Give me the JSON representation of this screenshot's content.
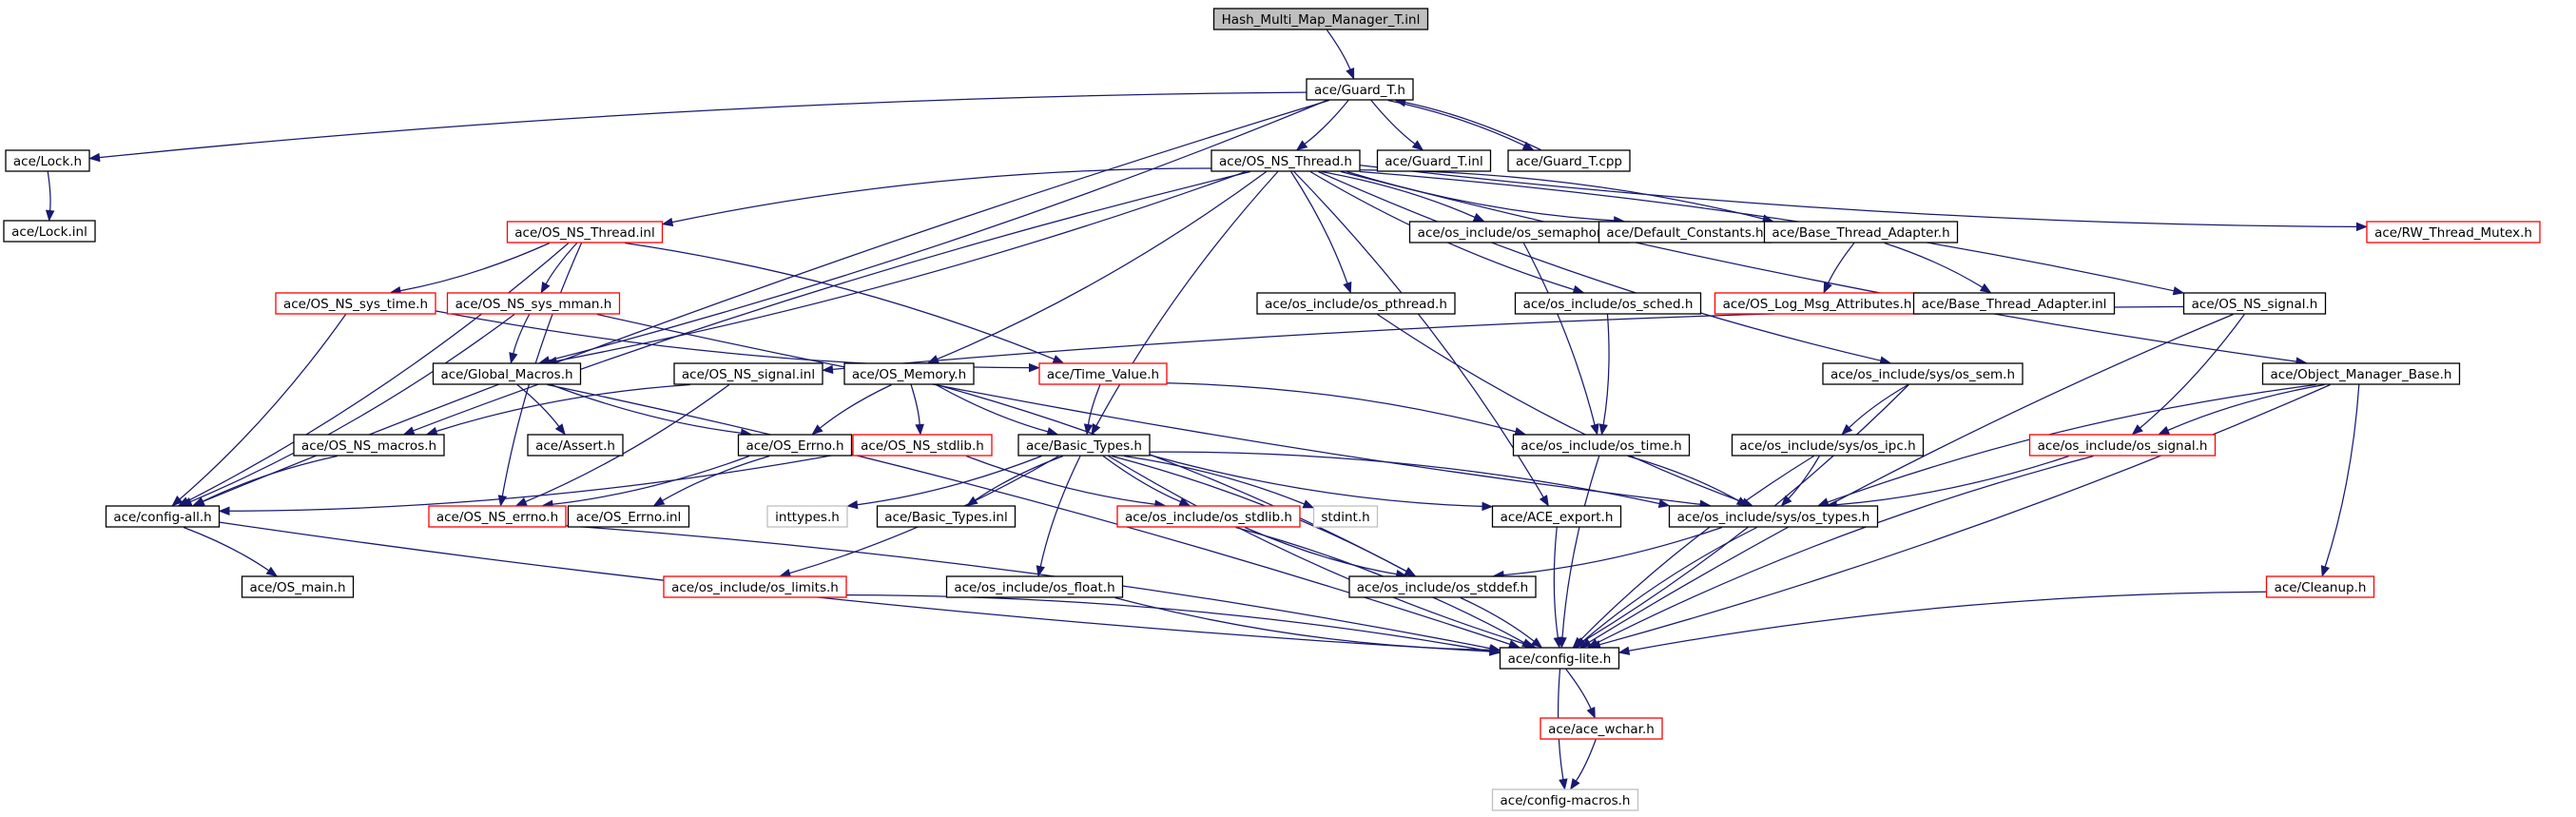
{
  "colors": {
    "edge": "#191970",
    "black": "#000000",
    "red": "#ff0000",
    "gray": "#bfbfbf",
    "root_fill": "#bfbfbf"
  },
  "nodes": [
    {
      "id": "root",
      "label": "Hash_Multi_Map_Manager_T.inl",
      "style": "root"
    },
    {
      "id": "guard_t_h",
      "label": "ace/Guard_T.h",
      "style": "black"
    },
    {
      "id": "lock_h",
      "label": "ace/Lock.h",
      "style": "black"
    },
    {
      "id": "lock_inl",
      "label": "ace/Lock.inl",
      "style": "black"
    },
    {
      "id": "os_ns_thread_h",
      "label": "ace/OS_NS_Thread.h",
      "style": "black"
    },
    {
      "id": "guard_t_inl",
      "label": "ace/Guard_T.inl",
      "style": "black"
    },
    {
      "id": "guard_t_cpp",
      "label": "ace/Guard_T.cpp",
      "style": "black"
    },
    {
      "id": "os_ns_thread_inl",
      "label": "ace/OS_NS_Thread.inl",
      "style": "red"
    },
    {
      "id": "os_semaphore_h",
      "label": "ace/os_include/os_semaphore.h",
      "style": "black"
    },
    {
      "id": "default_constants_h",
      "label": "ace/Default_Constants.h",
      "style": "black"
    },
    {
      "id": "base_thread_adapter_h",
      "label": "ace/Base_Thread_Adapter.h",
      "style": "black"
    },
    {
      "id": "rw_thread_mutex_h",
      "label": "ace/RW_Thread_Mutex.h",
      "style": "red"
    },
    {
      "id": "os_ns_sys_time_h",
      "label": "ace/OS_NS_sys_time.h",
      "style": "red"
    },
    {
      "id": "os_ns_sys_mman_h",
      "label": "ace/OS_NS_sys_mman.h",
      "style": "red"
    },
    {
      "id": "os_pthread_h",
      "label": "ace/os_include/os_pthread.h",
      "style": "black"
    },
    {
      "id": "os_sched_h",
      "label": "ace/os_include/os_sched.h",
      "style": "black"
    },
    {
      "id": "os_log_msg_attributes_h",
      "label": "ace/OS_Log_Msg_Attributes.h",
      "style": "red"
    },
    {
      "id": "base_thread_adapter_inl",
      "label": "ace/Base_Thread_Adapter.inl",
      "style": "black"
    },
    {
      "id": "os_ns_signal_h",
      "label": "ace/OS_NS_signal.h",
      "style": "black"
    },
    {
      "id": "global_macros_h",
      "label": "ace/Global_Macros.h",
      "style": "black"
    },
    {
      "id": "os_ns_signal_inl",
      "label": "ace/OS_NS_signal.inl",
      "style": "black"
    },
    {
      "id": "os_memory_h",
      "label": "ace/OS_Memory.h",
      "style": "black"
    },
    {
      "id": "time_value_h",
      "label": "ace/Time_Value.h",
      "style": "red"
    },
    {
      "id": "os_sem_h",
      "label": "ace/os_include/sys/os_sem.h",
      "style": "black"
    },
    {
      "id": "object_manager_base_h",
      "label": "ace/Object_Manager_Base.h",
      "style": "black"
    },
    {
      "id": "os_ns_macros_h",
      "label": "ace/OS_NS_macros.h",
      "style": "black"
    },
    {
      "id": "assert_h",
      "label": "ace/Assert.h",
      "style": "black"
    },
    {
      "id": "os_errno_h",
      "label": "ace/OS_Errno.h",
      "style": "black"
    },
    {
      "id": "os_ns_stdlib_h",
      "label": "ace/OS_NS_stdlib.h",
      "style": "red"
    },
    {
      "id": "basic_types_h",
      "label": "ace/Basic_Types.h",
      "style": "black"
    },
    {
      "id": "os_time_h",
      "label": "ace/os_include/os_time.h",
      "style": "black"
    },
    {
      "id": "os_ipc_h",
      "label": "ace/os_include/sys/os_ipc.h",
      "style": "black"
    },
    {
      "id": "os_signal_h",
      "label": "ace/os_include/os_signal.h",
      "style": "red"
    },
    {
      "id": "config_all_h",
      "label": "ace/config-all.h",
      "style": "black"
    },
    {
      "id": "os_ns_errno_h",
      "label": "ace/OS_NS_errno.h",
      "style": "red"
    },
    {
      "id": "os_errno_inl",
      "label": "ace/OS_Errno.inl",
      "style": "black"
    },
    {
      "id": "inttypes_h",
      "label": "inttypes.h",
      "style": "gray"
    },
    {
      "id": "basic_types_inl",
      "label": "ace/Basic_Types.inl",
      "style": "black"
    },
    {
      "id": "os_stdlib_h",
      "label": "ace/os_include/os_stdlib.h",
      "style": "red"
    },
    {
      "id": "stdint_h",
      "label": "stdint.h",
      "style": "gray"
    },
    {
      "id": "ace_export_h",
      "label": "ace/ACE_export.h",
      "style": "black"
    },
    {
      "id": "os_types_h",
      "label": "ace/os_include/sys/os_types.h",
      "style": "black"
    },
    {
      "id": "os_main_h",
      "label": "ace/OS_main.h",
      "style": "black"
    },
    {
      "id": "os_limits_h",
      "label": "ace/os_include/os_limits.h",
      "style": "red"
    },
    {
      "id": "os_float_h",
      "label": "ace/os_include/os_float.h",
      "style": "black"
    },
    {
      "id": "os_stddef_h",
      "label": "ace/os_include/os_stddef.h",
      "style": "black"
    },
    {
      "id": "cleanup_h",
      "label": "ace/Cleanup.h",
      "style": "red"
    },
    {
      "id": "config_lite_h",
      "label": "ace/config-lite.h",
      "style": "black"
    },
    {
      "id": "ace_wchar_h",
      "label": "ace/ace_wchar.h",
      "style": "red"
    },
    {
      "id": "config_macros_h",
      "label": "ace/config-macros.h",
      "style": "gray"
    }
  ],
  "edges": [
    [
      "root",
      "guard_t_h"
    ],
    [
      "guard_t_h",
      "lock_h"
    ],
    [
      "guard_t_h",
      "os_ns_thread_h"
    ],
    [
      "guard_t_h",
      "guard_t_inl"
    ],
    [
      "guard_t_h",
      "guard_t_cpp"
    ],
    [
      "guard_t_cpp",
      "guard_t_h"
    ],
    [
      "guard_t_h",
      "global_macros_h"
    ],
    [
      "guard_t_h",
      "config_all_h"
    ],
    [
      "lock_h",
      "lock_inl"
    ],
    [
      "os_ns_thread_h",
      "os_ns_thread_inl"
    ],
    [
      "os_ns_thread_h",
      "os_semaphore_h"
    ],
    [
      "os_ns_thread_h",
      "default_constants_h"
    ],
    [
      "os_ns_thread_h",
      "base_thread_adapter_h"
    ],
    [
      "os_ns_thread_h",
      "rw_thread_mutex_h"
    ],
    [
      "os_ns_thread_h",
      "os_pthread_h"
    ],
    [
      "os_ns_thread_h",
      "os_sched_h"
    ],
    [
      "os_ns_thread_h",
      "os_ns_signal_h"
    ],
    [
      "os_ns_thread_h",
      "object_manager_base_h"
    ],
    [
      "os_ns_thread_h",
      "os_memory_h"
    ],
    [
      "os_ns_thread_h",
      "basic_types_h"
    ],
    [
      "os_ns_thread_h",
      "ace_export_h"
    ],
    [
      "os_ns_thread_h",
      "os_sem_h"
    ],
    [
      "os_ns_thread_h",
      "global_macros_h"
    ],
    [
      "os_ns_thread_h",
      "os_ns_macros_h"
    ],
    [
      "os_ns_thread_inl",
      "os_ns_sys_time_h"
    ],
    [
      "os_ns_thread_inl",
      "os_ns_sys_mman_h"
    ],
    [
      "os_ns_thread_inl",
      "time_value_h"
    ],
    [
      "os_ns_thread_inl",
      "os_ns_errno_h"
    ],
    [
      "os_ns_thread_inl",
      "config_all_h"
    ],
    [
      "os_ns_sys_time_h",
      "time_value_h"
    ],
    [
      "os_ns_sys_time_h",
      "config_all_h"
    ],
    [
      "os_ns_sys_mman_h",
      "global_macros_h"
    ],
    [
      "os_ns_sys_mman_h",
      "config_all_h"
    ],
    [
      "os_ns_sys_mman_h",
      "os_types_h"
    ],
    [
      "os_semaphore_h",
      "os_time_h"
    ],
    [
      "os_pthread_h",
      "os_types_h"
    ],
    [
      "os_sched_h",
      "os_time_h"
    ],
    [
      "base_thread_adapter_h",
      "os_log_msg_attributes_h"
    ],
    [
      "base_thread_adapter_h",
      "base_thread_adapter_inl"
    ],
    [
      "os_ns_signal_h",
      "os_ns_signal_inl"
    ],
    [
      "os_ns_signal_h",
      "os_signal_h"
    ],
    [
      "os_ns_signal_h",
      "config_lite_h"
    ],
    [
      "global_macros_h",
      "assert_h"
    ],
    [
      "global_macros_h",
      "os_errno_h"
    ],
    [
      "global_macros_h",
      "config_lite_h"
    ],
    [
      "os_ns_signal_inl",
      "os_ns_macros_h"
    ],
    [
      "os_ns_signal_inl",
      "os_ns_errno_h"
    ],
    [
      "os_memory_h",
      "os_errno_h"
    ],
    [
      "os_memory_h",
      "os_ns_stdlib_h"
    ],
    [
      "os_memory_h",
      "basic_types_h"
    ],
    [
      "os_memory_h",
      "os_stddef_h"
    ],
    [
      "time_value_h",
      "basic_types_h"
    ],
    [
      "time_value_h",
      "os_time_h"
    ],
    [
      "os_sem_h",
      "os_ipc_h"
    ],
    [
      "os_sem_h",
      "config_lite_h"
    ],
    [
      "object_manager_base_h",
      "os_signal_h"
    ],
    [
      "object_manager_base_h",
      "cleanup_h"
    ],
    [
      "object_manager_base_h",
      "os_types_h"
    ],
    [
      "object_manager_base_h",
      "config_lite_h"
    ],
    [
      "os_ns_macros_h",
      "config_all_h"
    ],
    [
      "os_errno_h",
      "os_ns_errno_h"
    ],
    [
      "os_errno_h",
      "os_errno_inl"
    ],
    [
      "os_ns_stdlib_h",
      "config_all_h"
    ],
    [
      "os_ns_stdlib_h",
      "os_stdlib_h"
    ],
    [
      "basic_types_h",
      "inttypes_h"
    ],
    [
      "basic_types_h",
      "basic_types_inl"
    ],
    [
      "basic_types_h",
      "os_limits_h"
    ],
    [
      "basic_types_h",
      "os_stdlib_h"
    ],
    [
      "basic_types_h",
      "stdint_h"
    ],
    [
      "basic_types_h",
      "ace_export_h"
    ],
    [
      "basic_types_h",
      "os_types_h"
    ],
    [
      "basic_types_h",
      "os_float_h"
    ],
    [
      "basic_types_h",
      "os_stddef_h"
    ],
    [
      "basic_types_h",
      "config_lite_h"
    ],
    [
      "os_time_h",
      "os_types_h"
    ],
    [
      "os_time_h",
      "config_lite_h"
    ],
    [
      "os_ipc_h",
      "os_types_h"
    ],
    [
      "os_ipc_h",
      "config_lite_h"
    ],
    [
      "os_signal_h",
      "os_types_h"
    ],
    [
      "os_signal_h",
      "config_lite_h"
    ],
    [
      "config_all_h",
      "os_main_h"
    ],
    [
      "config_all_h",
      "config_lite_h"
    ],
    [
      "os_ns_errno_h",
      "config_lite_h"
    ],
    [
      "os_stdlib_h",
      "os_stddef_h"
    ],
    [
      "os_stdlib_h",
      "config_lite_h"
    ],
    [
      "ace_export_h",
      "config_lite_h"
    ],
    [
      "os_types_h",
      "os_stddef_h"
    ],
    [
      "os_types_h",
      "config_lite_h"
    ],
    [
      "os_limits_h",
      "config_lite_h"
    ],
    [
      "os_float_h",
      "config_lite_h"
    ],
    [
      "os_stddef_h",
      "config_lite_h"
    ],
    [
      "cleanup_h",
      "config_lite_h"
    ],
    [
      "config_lite_h",
      "ace_wchar_h"
    ],
    [
      "config_lite_h",
      "config_macros_h"
    ],
    [
      "ace_wchar_h",
      "config_macros_h"
    ]
  ]
}
